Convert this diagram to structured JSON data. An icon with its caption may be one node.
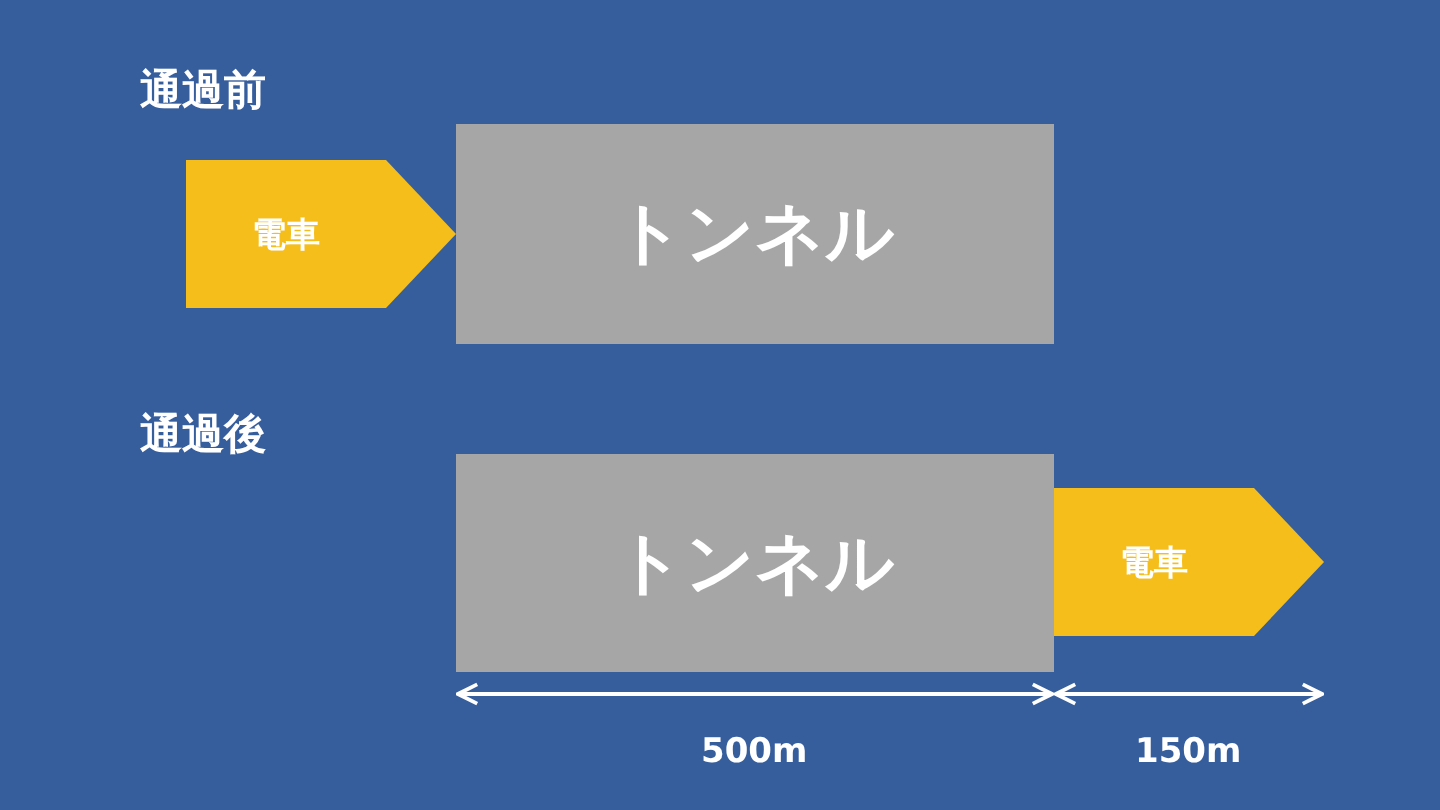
{
  "diagram": {
    "nodes": [
      {
        "text": [
          "電車"
        ]
      },
      {
        "text": [
          "トンネル"
        ]
      },
      {
        "text": [
          "トンネル"
        ]
      },
      {
        "text": [
          "電車"
        ]
      }
    ],
    "labels": [
      "通過前",
      "通過後",
      "500m",
      "150m"
    ]
  }
}
